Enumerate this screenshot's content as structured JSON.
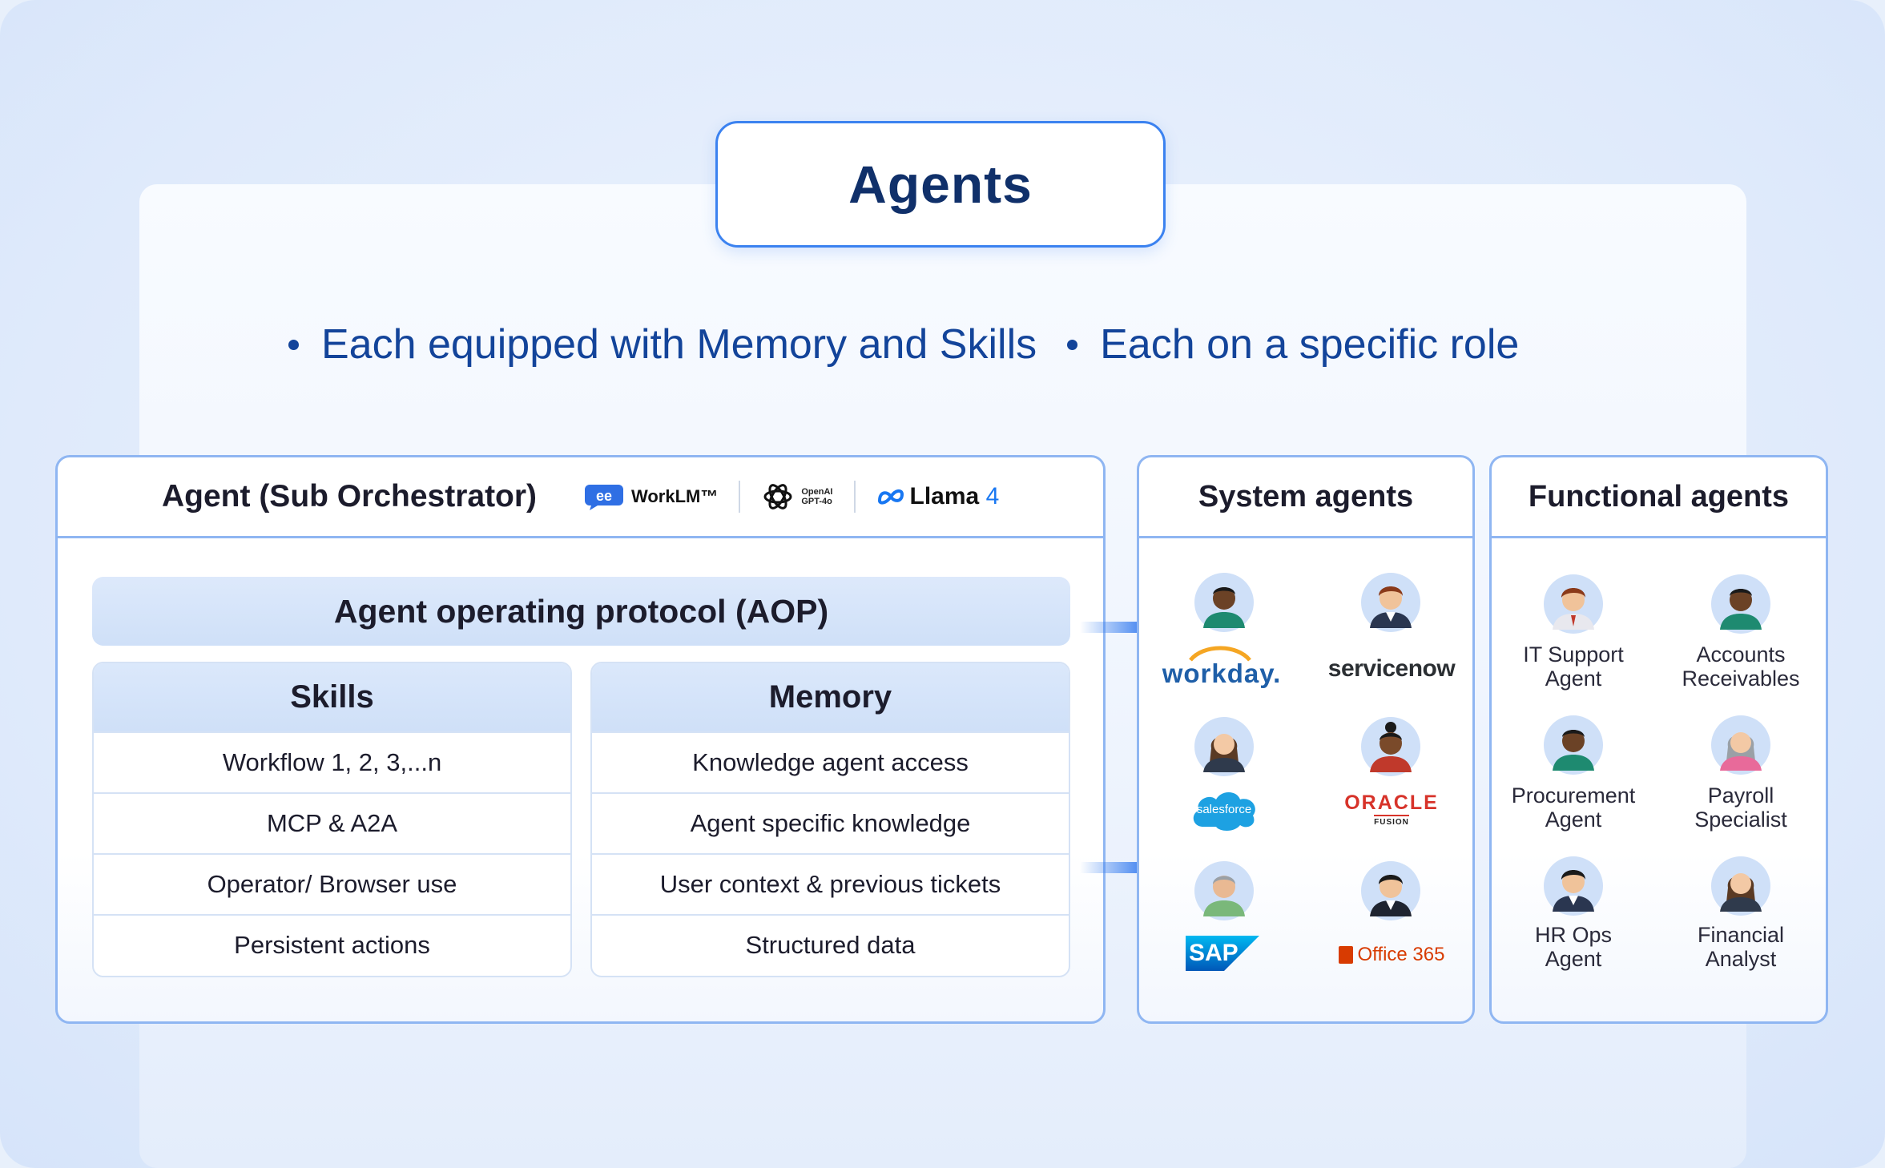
{
  "title": "Agents",
  "bullets": [
    "Each equipped with Memory and Skills",
    "Each on a specific role"
  ],
  "agent_card": {
    "title": "Agent (Sub Orchestrator)",
    "logos": {
      "worklm": "WorkLM™",
      "openai_line1": "OpenAI",
      "openai_line2": "GPT-4o",
      "llama_name": "Llama",
      "llama_version": "4"
    },
    "aop": "Agent operating protocol (AOP)",
    "skills": {
      "title": "Skills",
      "rows": [
        "Workflow 1, 2, 3,...n",
        "MCP & A2A",
        "Operator/ Browser use",
        "Persistent actions"
      ]
    },
    "memory": {
      "title": "Memory",
      "rows": [
        "Knowledge agent access",
        "Agent specific knowledge",
        "User context & previous tickets",
        "Structured data"
      ]
    }
  },
  "system_agents": {
    "title": "System agents",
    "brands": {
      "workday": "workday.",
      "servicenow": "servicenow",
      "salesforce": "salesforce",
      "oracle": "ORACLE",
      "oracle_sub": "FUSION",
      "sap": "SAP",
      "office": "Office 365"
    }
  },
  "functional_agents": {
    "title": "Functional agents",
    "agents": [
      {
        "line1": "IT Support",
        "line2": "Agent"
      },
      {
        "line1": "Accounts",
        "line2": "Receivables"
      },
      {
        "line1": "Procurement",
        "line2": "Agent"
      },
      {
        "line1": "Payroll",
        "line2": "Specialist"
      },
      {
        "line1": "HR Ops",
        "line2": "Agent"
      },
      {
        "line1": "Financial",
        "line2": "Analyst"
      }
    ]
  },
  "colors": {
    "accent": "#3b82f0",
    "title_text": "#10306a",
    "bullet_text": "#13449a",
    "card_border": "#8fb6f2",
    "header_fill": "#cfe0f8"
  }
}
